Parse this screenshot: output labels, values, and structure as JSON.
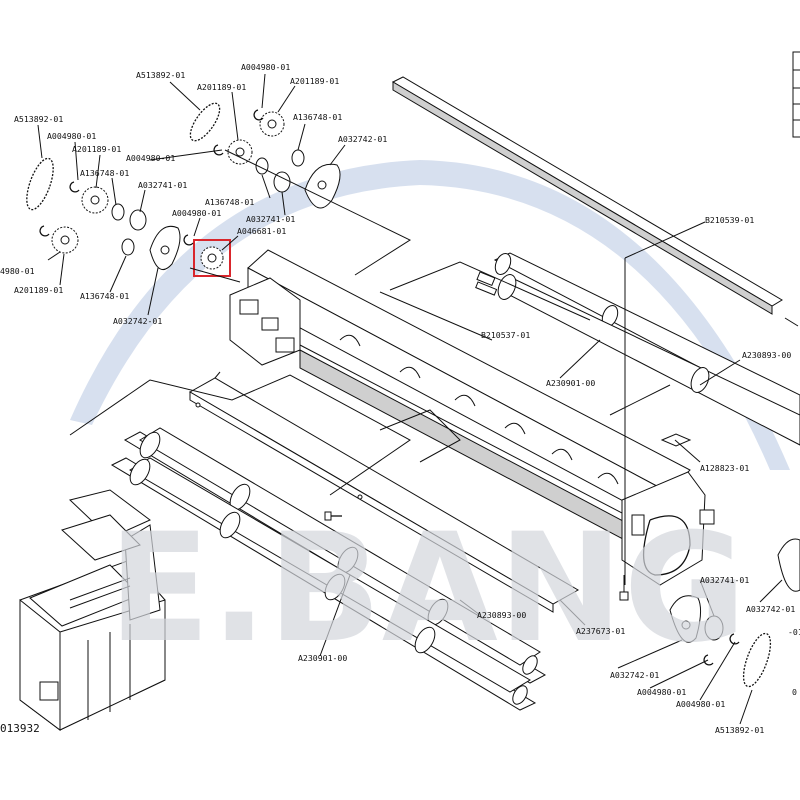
{
  "watermark": {
    "text": "E.BANG",
    "arc_color": "#c9d6ea",
    "text_color": "#d3d6dc"
  },
  "highlight_color": "#d9262c",
  "diagram_code": "013932",
  "labels": {
    "a513892_top": "A513892-01",
    "a201189_top1": "A201189-01",
    "a004980_top": "A004980-01",
    "a201189_top2": "A201189-01",
    "a136748_top": "A136748-01",
    "a032742_top": "A032742-01",
    "a513892_left": "A513892-01",
    "a004980_left": "A004980-01",
    "a201189_left": "A201189-01",
    "a004980_mid": "A004980-01",
    "a136748_mid": "A136748-01",
    "a032741_mid": "A032741-01",
    "a136748_mid2": "A136748-01",
    "a032741_mid2": "A032741-01",
    "a004980_mid2": "A004980-01",
    "a046681": "A046681-01",
    "a004980_edge": "4980-01",
    "a201189_low": "A201189-01",
    "a136748_low": "A136748-01",
    "a032742_low": "A032742-01",
    "b210539": "B210539-01",
    "b210537": "B210537-01",
    "a230901_right": "A230901-00",
    "a230893_right": "A230893-00",
    "a128823": "A128823-01",
    "a032741_right": "A032741-01",
    "a032742_right": "A032742-01",
    "a032742_rlow": "A032742-01",
    "a004980_rlow": "A004980-01",
    "a004980_rlow2": "A004980-01",
    "a513892_rlow": "A513892-01",
    "a230893_low": "A230893-00",
    "a237673": "A237673-01",
    "a230901_low": "A230901-00",
    "edge_01": "-01",
    "edge_0": "0"
  }
}
